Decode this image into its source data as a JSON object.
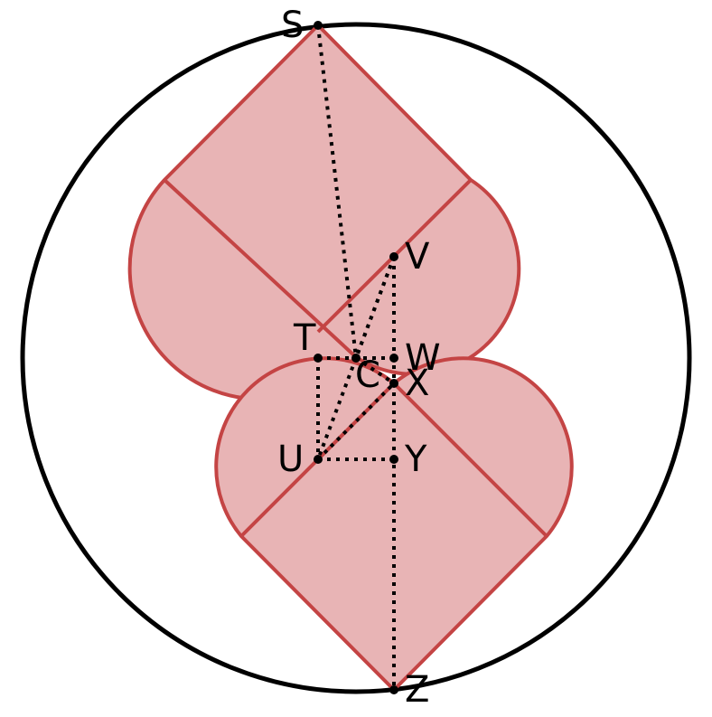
{
  "colors": {
    "fill": "#e8b4b5",
    "stroke": "#c44444",
    "circle": "#000000",
    "guide": "#000000"
  },
  "labels": {
    "S": "S",
    "T": "T",
    "C": "C",
    "V": "V",
    "W": "W",
    "X": "X",
    "U": "U",
    "Y": "Y",
    "Z": "Z"
  }
}
